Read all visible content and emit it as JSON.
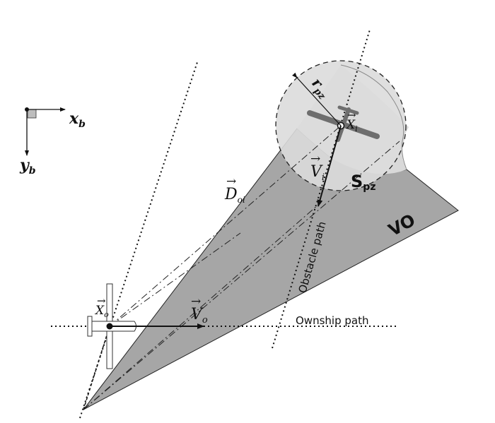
{
  "labels": {
    "axis_x": "x",
    "axis_x_sub": "b",
    "axis_y": "y",
    "axis_y_sub": "b",
    "r_pz": "r",
    "r_pz_sub": "pz",
    "x_i": "X",
    "x_i_sub": "i",
    "x_o": "X",
    "x_o_sub": "o",
    "v_i": "V",
    "v_i_sub": "i",
    "v_o": "V",
    "v_o_sub": "o",
    "d_oi": "D",
    "d_oi_sub": "oi",
    "s_pz": "S",
    "s_pz_sub": "pz",
    "vo": "VO",
    "obstacle_path": "Obstacle path",
    "ownship_path": "Ownship path",
    "vector_arrow": "→"
  },
  "colors": {
    "vo_cone": "#a6a6a6",
    "protected_zone": "#d9d9d9",
    "obstacle_aircraft": "#6e6e6e",
    "ink": "#111111"
  }
}
